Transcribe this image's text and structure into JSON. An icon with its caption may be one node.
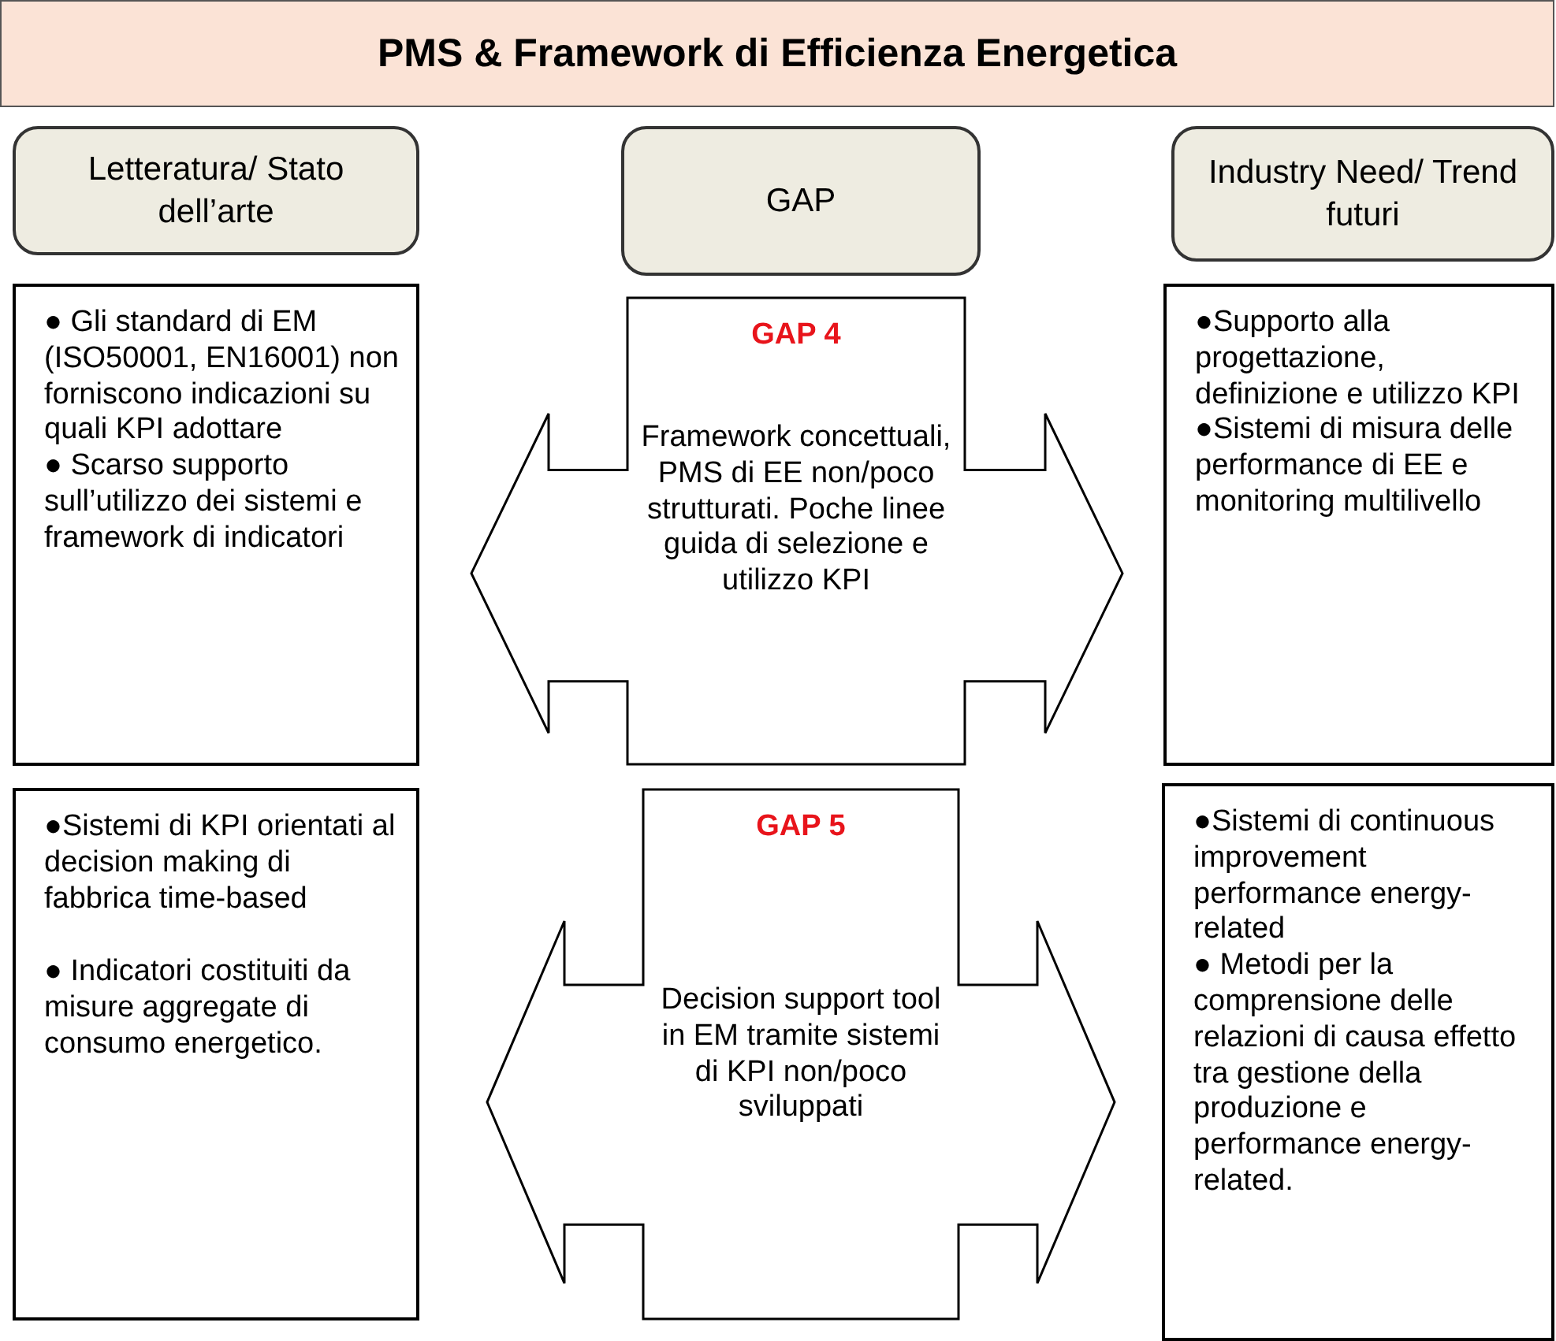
{
  "diagram": {
    "nodes": [
      {
        "text": [
          "PMS & Framework di Efficienza Energetica"
        ]
      },
      {
        "text": [
          "Letteratura/ Stato dell’arte"
        ]
      },
      {
        "text": [
          "GAP"
        ]
      },
      {
        "text": [
          "Industry Need/ Trend futuri"
        ]
      },
      {
        "text": [
          "● Gli standard di EM (ISO50001, EN16001) non forniscono indicazioni su quali KPI adottare",
          "● Scarso supporto sull’utilizzo dei sistemi e framework di indicatori"
        ]
      },
      {
        "text": [
          "GAP 4",
          "Framework concettuali, PMS di EE non/poco strutturati. Poche linee guida di selezione e utilizzo KPI"
        ]
      },
      {
        "text": [
          "●Supporto alla progettazione, definizione e utilizzo KPI",
          "●Sistemi di misura delle performance di EE e monitoring multilivello"
        ]
      },
      {
        "text": [
          "●Sistemi di KPI orientati al decision making di fabbrica time-based",
          "● Indicatori costituiti da misure aggregate di consumo energetico."
        ]
      },
      {
        "text": [
          "GAP 5",
          "Decision support tool in EM tramite sistemi di KPI non/poco sviluppati"
        ]
      },
      {
        "text": [
          "●Sistemi di continuous improvement performance energy-related",
          "● Metodi per la comprensione delle relazioni di causa effetto tra gestione della produzione e performance energy-related."
        ]
      }
    ]
  }
}
